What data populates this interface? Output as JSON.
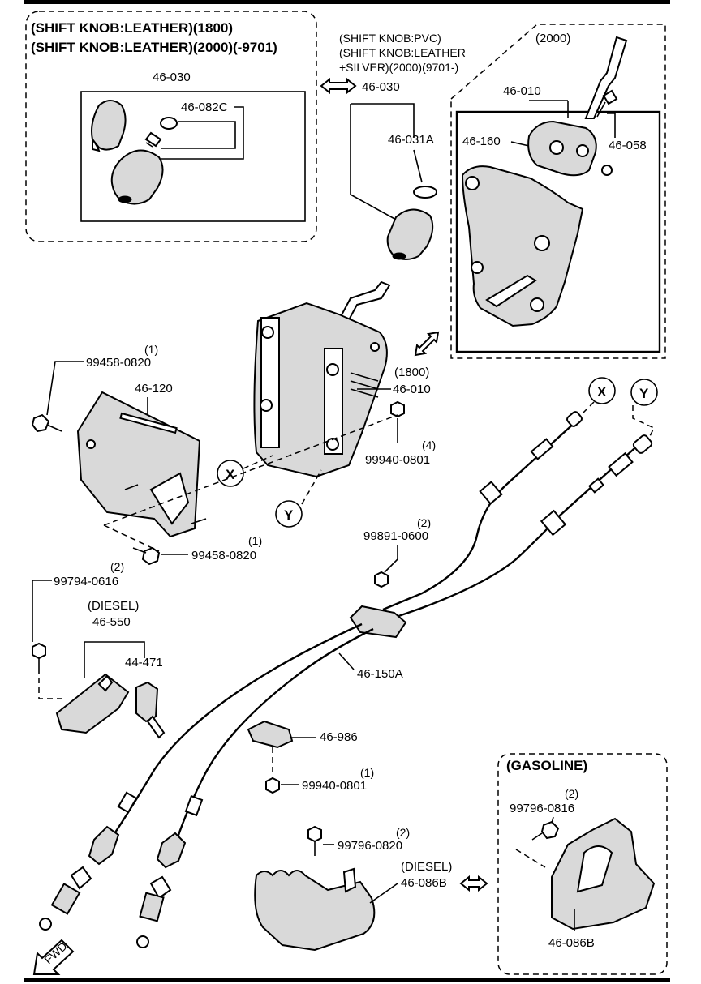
{
  "labels": {
    "knob_leather_1800": "(SHIFT KNOB:LEATHER)(1800)",
    "knob_leather_2000": "(SHIFT KNOB:LEATHER)(2000)(-9701)",
    "knob_pvc_1": "(SHIFT KNOB:PVC)",
    "knob_pvc_2": "(SHIFT KNOB:LEATHER",
    "knob_pvc_3": "+SILVER)(2000)(9701-)",
    "p46_030_a": "46-030",
    "p46_082c": "46-082C",
    "p46_030_b": "46-030",
    "p46_031a": "46-031A",
    "v2000": "(2000)",
    "p46_010_a": "46-010",
    "p46_160": "46-160",
    "p46_058": "46-058",
    "q1_a": "(1)",
    "p99458_a": "99458-0820",
    "p46_120": "46-120",
    "v1800": "(1800)",
    "p46_010_b": "46-010",
    "q4": "(4)",
    "p99940_a": "99940-0801",
    "x_left": "X",
    "y_left": "Y",
    "x_right": "X",
    "y_right": "Y",
    "q1_b": "(1)",
    "p99458_b": "99458-0820",
    "q2_a": "(2)",
    "p99891": "99891-0600",
    "q2_b": "(2)",
    "p99794": "99794-0616",
    "diesel_a": "(DIESEL)",
    "p46_550": "46-550",
    "p44_471": "44-471",
    "p46_150a": "46-150A",
    "p46_986": "46-986",
    "q1_c": "(1)",
    "p99940_b": "99940-0801",
    "gasoline": "(GASOLINE)",
    "q2_c": "(2)",
    "p99796_a": "99796-0816",
    "q2_d": "(2)",
    "p99796_b": "99796-0820",
    "diesel_b": "(DIESEL)",
    "p46_086b_a": "46-086B",
    "p46_086b_b": "46-086B",
    "fwd": "FWD"
  }
}
